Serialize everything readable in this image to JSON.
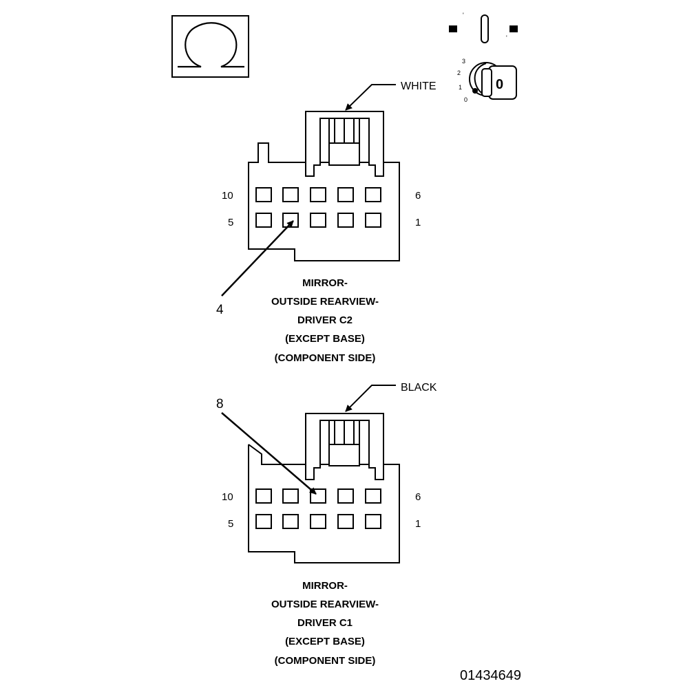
{
  "symbol": {
    "icon": "omega-ground-symbol"
  },
  "ignition_key": {
    "icon": "ignition-key-position-icon",
    "positions": [
      "3",
      "2",
      "1",
      "0"
    ],
    "key_label": "0"
  },
  "connector_c2": {
    "color_callout": "WHITE",
    "row_top_left": "10",
    "row_top_right": "6",
    "row_bottom_left": "5",
    "row_bottom_right": "1",
    "pointer_label": "4",
    "title_lines": [
      "MIRROR-",
      "OUTSIDE REARVIEW-",
      "DRIVER C2",
      "(EXCEPT BASE)",
      "(COMPONENT SIDE)"
    ]
  },
  "connector_c1": {
    "color_callout": "BLACK",
    "row_top_left": "10",
    "row_top_right": "6",
    "row_bottom_left": "5",
    "row_bottom_right": "1",
    "pointer_label": "8",
    "title_lines": [
      "MIRROR-",
      "OUTSIDE REARVIEW-",
      "DRIVER C1",
      "(EXCEPT BASE)",
      "(COMPONENT SIDE)"
    ]
  },
  "document_id": "01434649"
}
